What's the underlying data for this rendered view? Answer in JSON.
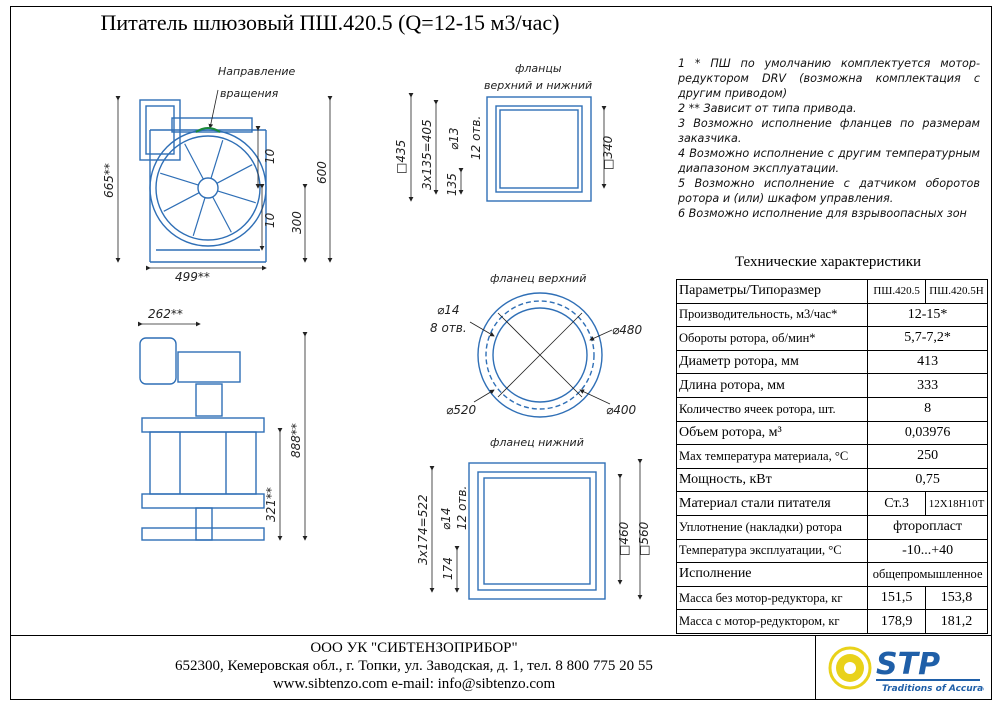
{
  "title": "Питатель шлюзовый ПШ.420.5 (Q=12-15 м3/час)",
  "notes": [
    "1 * ПШ по умолчанию комплектуется мотор-редуктором DRV (возможна комплектация с другим приводом)",
    "2 ** Зависит от типа привода.",
    "3 Возможно исполнение фланцев по размерам заказчика.",
    "4 Возможно исполнение с другим температурным диапазоном эксплуатации.",
    "5 Возможно исполнение с датчиком оборотов ротора и (или) шкафом управления.",
    "6 Возможно исполнение для взрывоопасных зон"
  ],
  "drawing": {
    "rotation_label_1": "Направление",
    "rotation_label_2": "вращения",
    "dim_665": "665**",
    "dim_499": "499**",
    "dim_600": "600",
    "dim_300": "300",
    "dim_10a": "10",
    "dim_10b": "10",
    "dim_262": "262**",
    "dim_888": "888**",
    "dim_321": "321**",
    "flanges_label_1": "фланцы",
    "flanges_label_2": "верхний и нижний",
    "dim_435": "□435",
    "dim_3x135": "3x135=405",
    "dim_135": "135",
    "dim_d13": "⌀13",
    "dim_12otv_a": "12 отв.",
    "dim_340": "□340",
    "top_flange_label": "фланец верхний",
    "dim_d14_a": "⌀14",
    "dim_8otv": "8 отв.",
    "dim_480": "⌀480",
    "dim_520": "⌀520",
    "dim_400": "⌀400",
    "bottom_flange_label": "фланец нижний",
    "dim_3x174": "3x174=522",
    "dim_174": "174",
    "dim_d14_b": "⌀14",
    "dim_12otv_b": "12 отв.",
    "dim_460": "□460",
    "dim_560": "□560"
  },
  "tech": {
    "title": "Технические характеристики",
    "header": {
      "param": "Параметры/Типоразмер",
      "col1": "ПШ.420.5",
      "col2": "ПШ.420.5Н"
    },
    "rows": [
      {
        "param": "Производительность, м3/час*",
        "value": "12-15*"
      },
      {
        "param": "Обороты ротора, об/мин*",
        "value": "5,7-7,2*"
      },
      {
        "param": "Диаметр ротора, мм",
        "value": "413"
      },
      {
        "param": "Длина ротора, мм",
        "value": "333"
      },
      {
        "param": "Количество ячеек ротора, шт.",
        "value": "8"
      },
      {
        "param": "Объем ротора, м³",
        "value": "0,03976"
      },
      {
        "param": "Max температура материала, °С",
        "value": "250"
      },
      {
        "param": "Мощность, кВт",
        "value": "0,75"
      }
    ],
    "material": {
      "param": "Материал стали питателя",
      "col1": "Ст.3",
      "col2": "12Х18Н10Т"
    },
    "rows2": [
      {
        "param": "Уплотнение (накладки) ротора",
        "value": "фторопласт"
      },
      {
        "param": "Температура эксплуатации, °С",
        "value": "-10...+40"
      },
      {
        "param": "Исполнение",
        "value": "общепромышленное"
      }
    ],
    "mass1": {
      "param": "Масса без мотор-редуктора, кг",
      "col1": "151,5",
      "col2": "153,8"
    },
    "mass2": {
      "param": "Масса с мотор-редуктором, кг",
      "col1": "178,9",
      "col2": "181,2"
    }
  },
  "company": {
    "name": "ООО УК \"СИБТЕНЗОПРИБОР\"",
    "address": "652300, Кемеровская обл., г. Топки, ул. Заводская, д. 1, тел. 8 800 775 20 55",
    "web": "www.sibtenzo.com e-mail: info@sibtenzo.com"
  },
  "logo": {
    "brand": "STP",
    "tagline": "Traditions of Accuracy"
  },
  "colors": {
    "drawing_blue": "#2f6fb6",
    "logo_blue": "#1f5fa8",
    "logo_yellow": "#e9d21a"
  }
}
